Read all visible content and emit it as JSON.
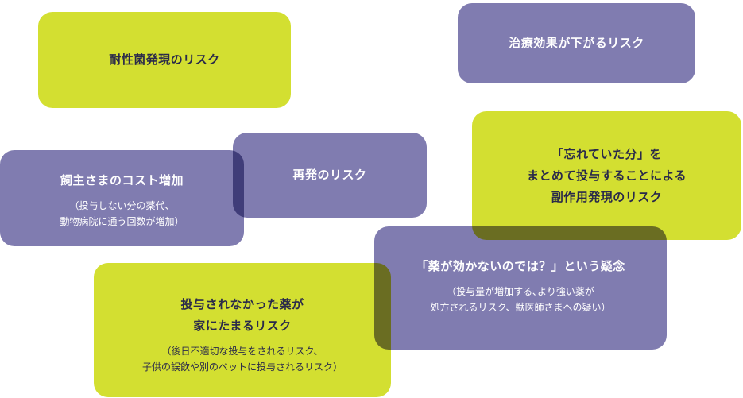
{
  "risks": [
    {
      "id": "b1",
      "color": "lime",
      "title": [
        "耐性菌発現のリスク"
      ],
      "sub": []
    },
    {
      "id": "b2",
      "color": "purple",
      "title": [
        "治療効果が下がるリスク"
      ],
      "sub": []
    },
    {
      "id": "b3",
      "color": "purple",
      "title": [
        "飼主さまのコスト増加"
      ],
      "sub": [
        "（投与しない分の薬代、",
        "動物病院に通う回数が増加）"
      ]
    },
    {
      "id": "b4",
      "color": "purple",
      "title": [
        "再発のリスク"
      ],
      "sub": []
    },
    {
      "id": "b5",
      "color": "lime",
      "title": [
        "「忘れていた分」を",
        "まとめて投与することによる",
        "副作用発現のリスク"
      ],
      "sub": []
    },
    {
      "id": "b6",
      "color": "purple",
      "title": [
        "「薬が効かないのでは？」という疑念"
      ],
      "sub": [
        "（投与量が増加する､より強い薬が",
        "処方されるリスク、獣医師さまへの疑い）"
      ]
    },
    {
      "id": "b7",
      "color": "lime",
      "title": [
        "投与されなかった薬が",
        "家にたまるリスク"
      ],
      "sub": [
        "（後日不適切な投与をされるリスク、",
        "子供の誤飲や別のペットに投与されるリスク）"
      ]
    }
  ],
  "colors": {
    "lime": "#d3df31",
    "purple": "#807cb0"
  }
}
